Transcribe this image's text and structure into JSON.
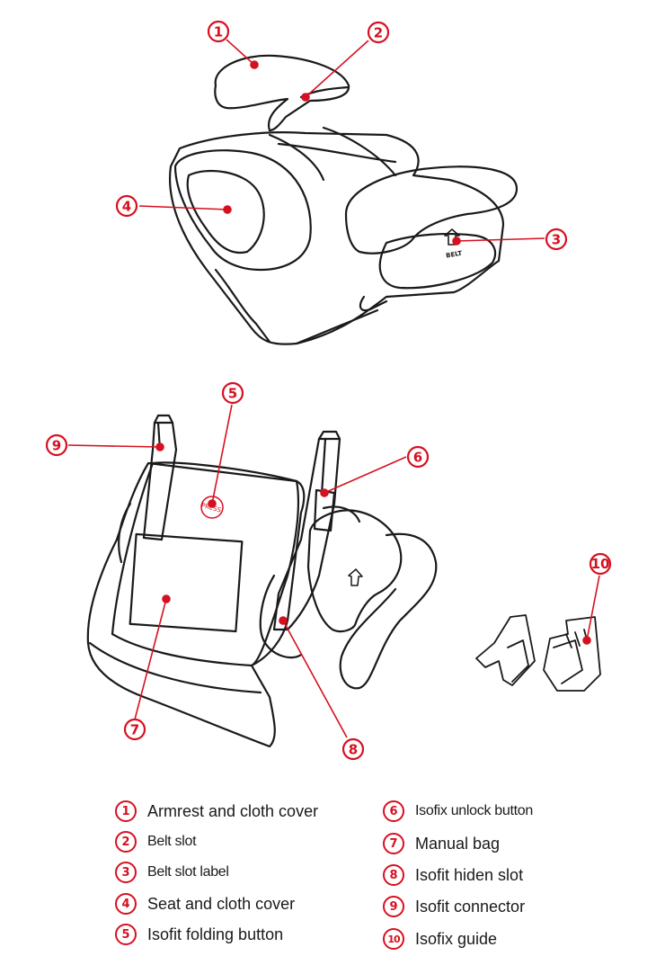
{
  "colors": {
    "accent": "#d6101f",
    "line": "#1a1a1a",
    "text": "#1a1a1a"
  },
  "product_labels": {
    "belt": "BELT",
    "press": "PRESS"
  },
  "callouts": [
    {
      "num": "1"
    },
    {
      "num": "2"
    },
    {
      "num": "3"
    },
    {
      "num": "4"
    },
    {
      "num": "5"
    },
    {
      "num": "6"
    },
    {
      "num": "7"
    },
    {
      "num": "8"
    },
    {
      "num": "9"
    },
    {
      "num": "10"
    }
  ],
  "legend": [
    {
      "num": "1",
      "label": "Armrest and cloth cover"
    },
    {
      "num": "2",
      "label": "Belt slot"
    },
    {
      "num": "3",
      "label": "Belt slot label"
    },
    {
      "num": "4",
      "label": "Seat and cloth cover"
    },
    {
      "num": "5",
      "label": "Isofit folding button"
    },
    {
      "num": "6",
      "label": "Isofix unlock button"
    },
    {
      "num": "7",
      "label": "Manual bag"
    },
    {
      "num": "8",
      "label": "Isofit hiden slot"
    },
    {
      "num": "9",
      "label": "Isofit connector"
    },
    {
      "num": "10",
      "label": "Isofix guide"
    }
  ]
}
